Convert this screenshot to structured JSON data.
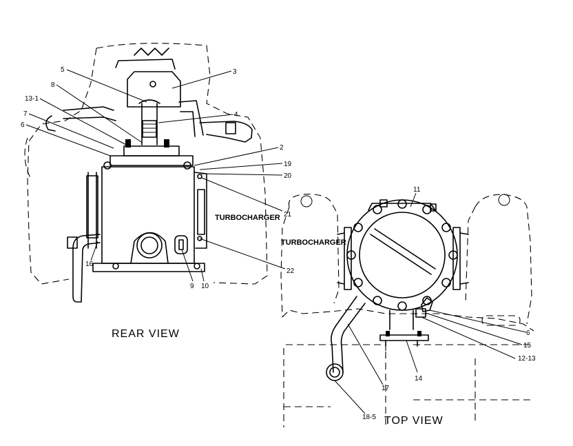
{
  "rear_view": {
    "title": "REAR VIEW",
    "label_turbocharger": "TURBOCHARGER",
    "callouts": [
      "5",
      "3",
      "8",
      "13-1",
      "4",
      "7",
      "6",
      "2",
      "19",
      "20",
      "21",
      "22",
      "16",
      "9",
      "10"
    ]
  },
  "top_view": {
    "title": "TOP VIEW",
    "label_turbocharger": "TURBOCHARGER",
    "callouts": [
      "11",
      "6",
      "15",
      "12-13",
      "14",
      "17",
      "18-5"
    ]
  }
}
